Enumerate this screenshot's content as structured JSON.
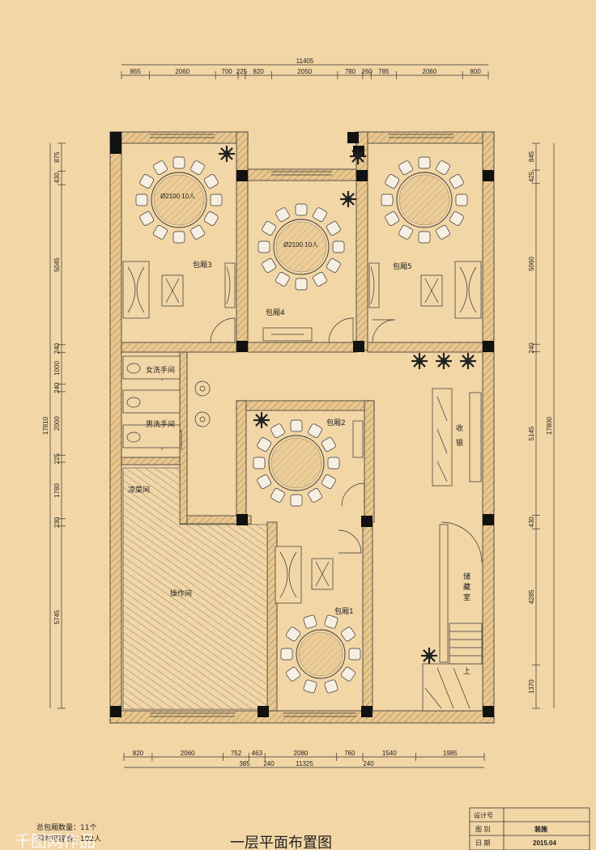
{
  "plan": {
    "title": "一层平面布置图",
    "colors": {
      "background": "#f2d6a6",
      "line": "#333333",
      "wall_fill": "#e8c68e",
      "column": "#111111"
    },
    "top_dimensions": {
      "total": "11405",
      "segments": [
        "865",
        "2060",
        "700",
        "225",
        "820",
        "2050",
        "780",
        "260",
        "785",
        "2060",
        "800"
      ]
    },
    "bottom_dimensions": {
      "total": "11325",
      "segments": [
        "820",
        "2060",
        "752",
        "463",
        "2080",
        "760",
        "1540",
        "1985"
      ],
      "sub": [
        "385",
        "240",
        "240"
      ]
    },
    "left_dimensions": {
      "total": "17810",
      "segments": [
        "875",
        "430",
        "5045",
        "240",
        "1000",
        "240",
        "2000",
        "225",
        "1780",
        "230",
        "5745"
      ]
    },
    "right_dimensions": {
      "total": "17800",
      "segments": [
        "845",
        "425",
        "5060",
        "240",
        "5145",
        "430",
        "4285",
        "1370"
      ]
    },
    "rooms": {
      "r3": "包厢3",
      "r4": "包厢4",
      "r5": "包厢5",
      "r2": "包厢2",
      "r1": "包厢1",
      "women": "女洗手间",
      "men": "男洗手间",
      "cold": "凉菜间",
      "kitchen": "操作间",
      "cashier": [
        "收",
        "银"
      ],
      "storage": [
        "储",
        "藏",
        "室"
      ],
      "up": "上"
    },
    "table_notes": {
      "t3": "Ø2100  10人",
      "t4": "Ø2100  10人"
    },
    "info": {
      "line1": "总包厢数量：11个",
      "line2": "同时可容纳：102人"
    },
    "title_block": {
      "design_no": "设计号",
      "drawing_type_label": "图 别",
      "drawing_type": "装施",
      "date_label": "日 期",
      "date": "2015.04"
    },
    "watermark": "千图网作品"
  }
}
